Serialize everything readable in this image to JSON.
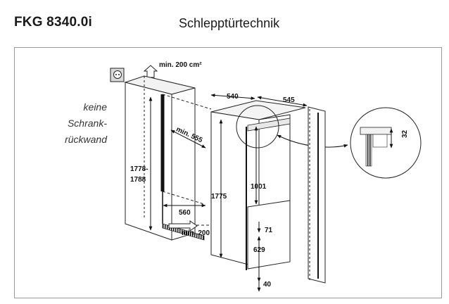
{
  "header": {
    "model": "FKG 8340.0i",
    "technique": "Schlepptürtechnik"
  },
  "diagram": {
    "note_lines": [
      "keine",
      "Schrank-",
      "rückwand"
    ],
    "ventilation_top": "min. 200 cm²",
    "ventilation_bottom": "min. 200 cm²",
    "dimensions": {
      "cabinet_depth_top": "540",
      "appliance_depth_top": "545",
      "inner_depth_diag": "min. 555",
      "niche_height": "1778-\n1788",
      "niche_height_line1": "1778-",
      "niche_height_line2": "1788",
      "niche_width": "560",
      "appliance_height": "1775",
      "fridge_door_height": "1001",
      "door_gap": "71",
      "freezer_door_height": "629",
      "base_offset": "40",
      "detail_gap": "32"
    }
  }
}
